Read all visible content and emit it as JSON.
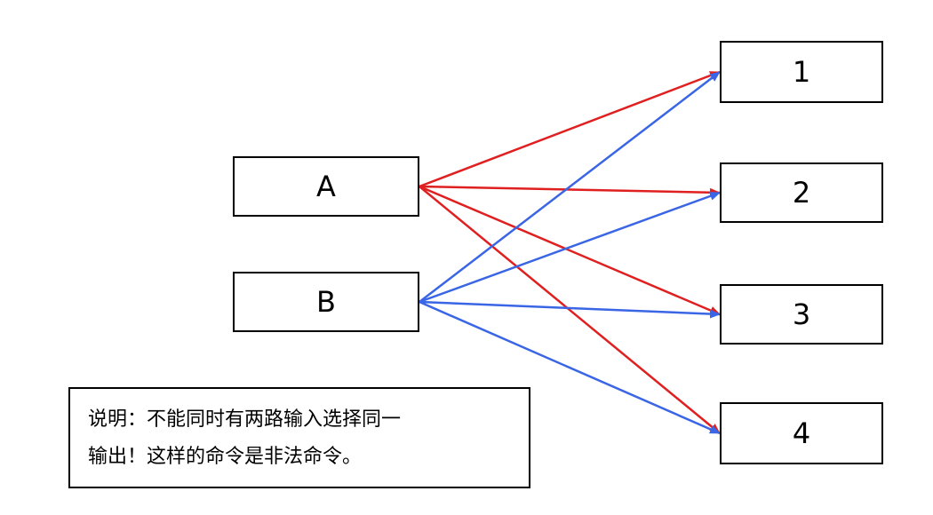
{
  "inputs": [
    {
      "id": "A",
      "label": "A"
    },
    {
      "id": "B",
      "label": "B"
    }
  ],
  "outputs": [
    {
      "id": "1",
      "label": "1"
    },
    {
      "id": "2",
      "label": "2"
    },
    {
      "id": "3",
      "label": "3"
    },
    {
      "id": "4",
      "label": "4"
    }
  ],
  "connections": [
    {
      "from": "A",
      "to": "1",
      "color": "#e02020"
    },
    {
      "from": "A",
      "to": "2",
      "color": "#e02020"
    },
    {
      "from": "A",
      "to": "3",
      "color": "#e02020"
    },
    {
      "from": "A",
      "to": "4",
      "color": "#e02020"
    },
    {
      "from": "B",
      "to": "1",
      "color": "#3a66e6"
    },
    {
      "from": "B",
      "to": "2",
      "color": "#3a66e6"
    },
    {
      "from": "B",
      "to": "3",
      "color": "#3a66e6"
    },
    {
      "from": "B",
      "to": "4",
      "color": "#3a66e6"
    }
  ],
  "note": {
    "line1": "说明：不能同时有两路输入选择同一",
    "line2": "输出！这样的命令是非法命令。"
  }
}
